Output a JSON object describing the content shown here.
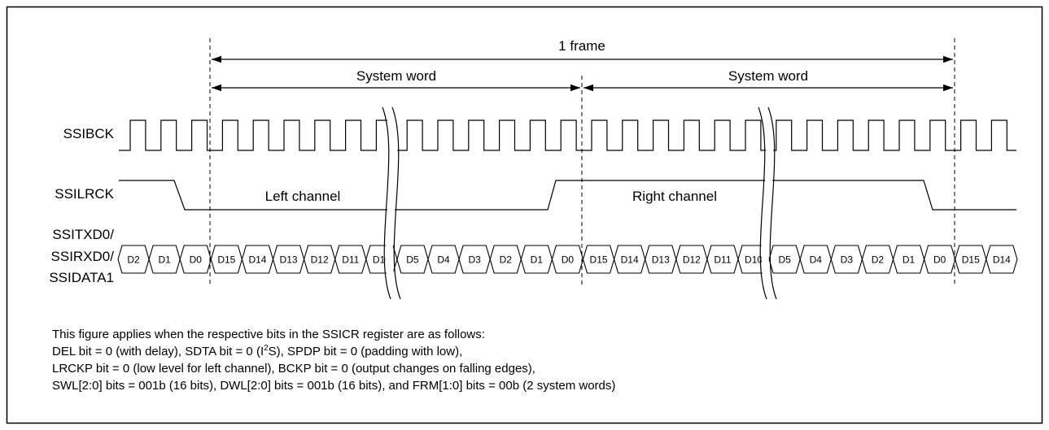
{
  "annotations": {
    "frame": "1 frame",
    "word1": "System word",
    "word2": "System word"
  },
  "signals": {
    "bck": "SSIBCK",
    "lrck": "SSILRCK",
    "data_line1": "SSITXD0/",
    "data_line2": "SSIRXD0/",
    "data_line3": "SSIDATA1"
  },
  "channels": {
    "left": "Left channel",
    "right": "Right channel"
  },
  "data_bits": [
    "D2",
    "D1",
    "D0",
    "D15",
    "D14",
    "D13",
    "D12",
    "D11",
    "D10",
    "D5",
    "D4",
    "D3",
    "D2",
    "D1",
    "D0",
    "D15",
    "D14",
    "D13",
    "D12",
    "D11",
    "D10",
    "D5",
    "D4",
    "D3",
    "D2",
    "D1",
    "D0",
    "D15",
    "D14"
  ],
  "notes": {
    "line1": "This figure applies when the respective bits in the SSICR register are as follows:",
    "line2_a": "DEL bit = 0 (with delay), SDTA bit = 0 (I",
    "line2_sup": "2",
    "line2_b": "S), SPDP bit = 0 (padding with low),",
    "line3": "LRCKP bit = 0 (low level for left channel), BCKP bit = 0 (output changes on falling edges),",
    "line4": "SWL[2:0] bits = 001b (16 bits), DWL[2:0] bits = 001b (16 bits), and FRM[1:0] bits = 00b (2 system words)"
  }
}
